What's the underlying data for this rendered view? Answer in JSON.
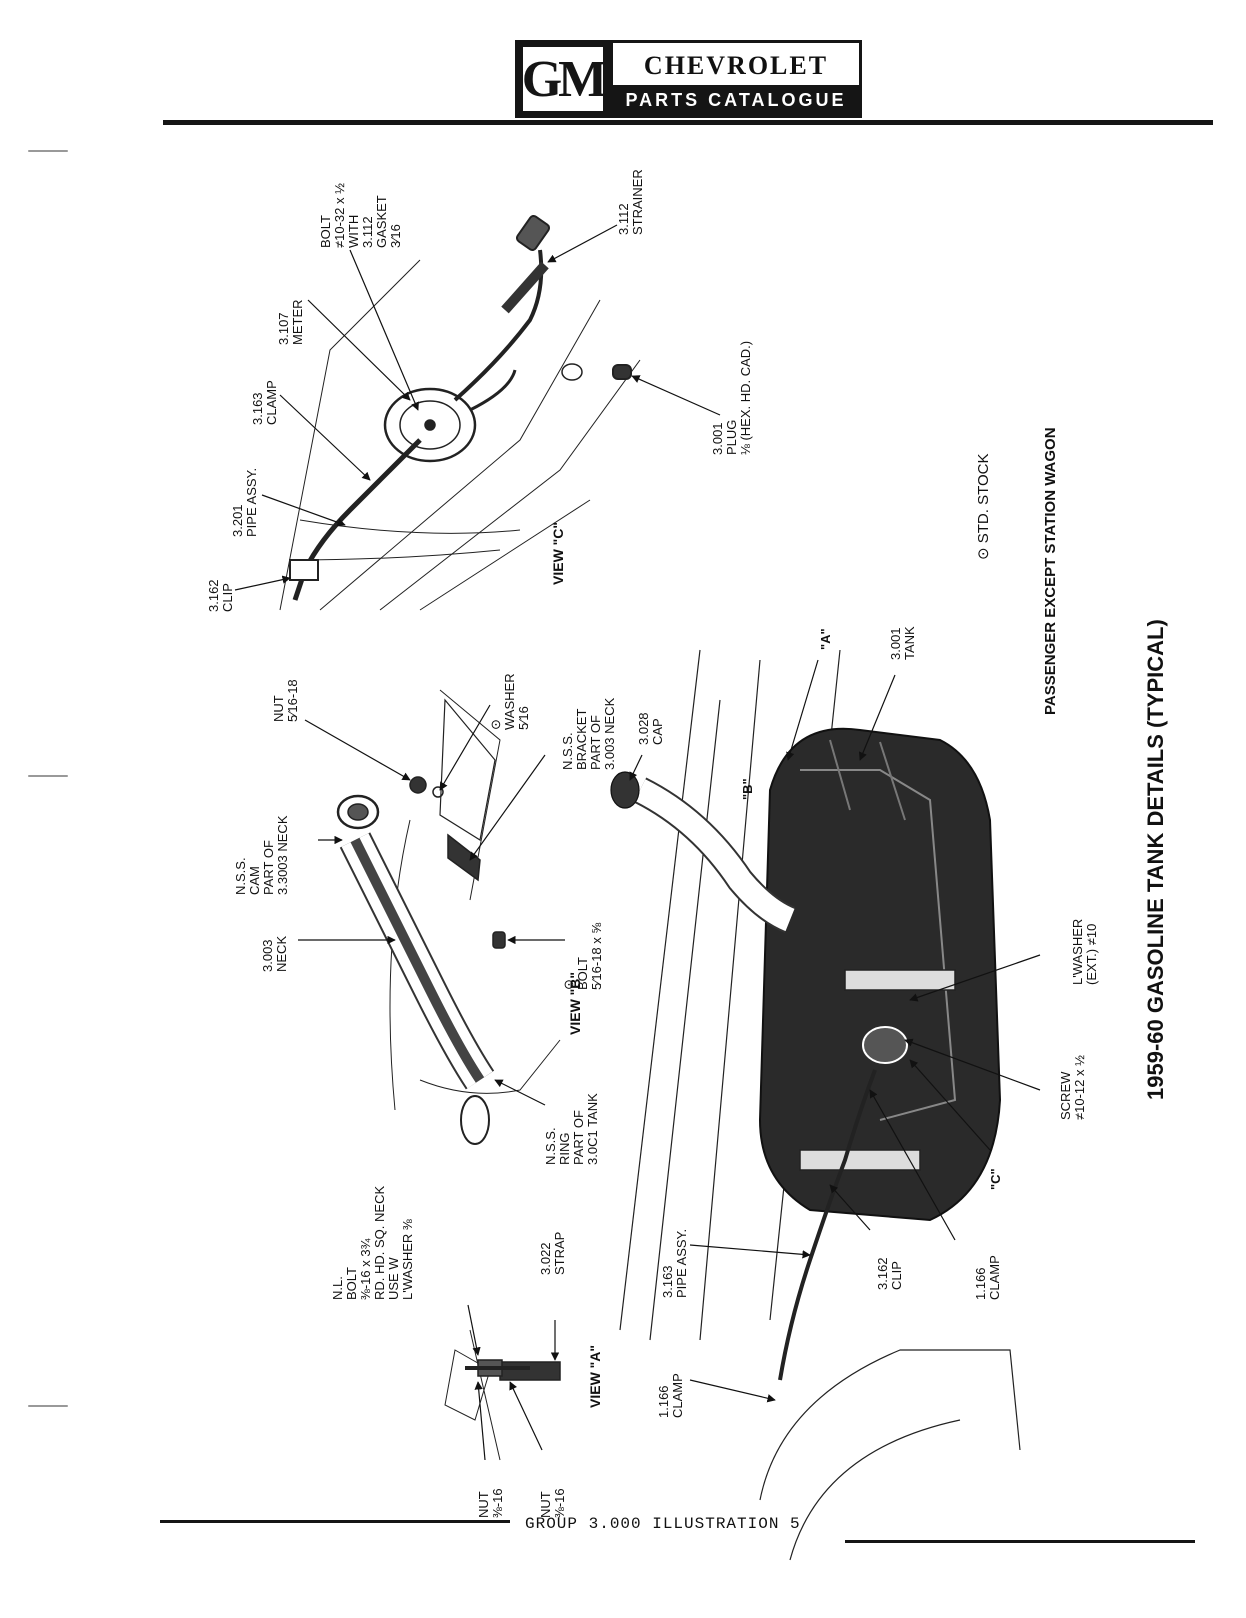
{
  "header": {
    "logo": "GM",
    "brand": "CHEVROLET",
    "subtitle": "PARTS CATALOGUE"
  },
  "title": "1959-60 GASOLINE TANK DETAILS (TYPICAL)",
  "subtitle": "PASSENGER EXCEPT STATION WAGON",
  "legend": "⊙ STD. STOCK",
  "footer": "GROUP 3.000 ILLUSTRATION 5",
  "views": {
    "a": "VIEW \"A\"",
    "b": "VIEW \"B\"",
    "c": "VIEW \"C\""
  },
  "view_c_labels": {
    "bolt_line1": "BOLT",
    "bolt_line2": "≠10-32 x ½",
    "bolt_line3": "WITH",
    "bolt_line4": "3.112",
    "bolt_line5": "GASKET",
    "bolt_line6": "3⁄16",
    "strainer_num": "3.112",
    "strainer": "STRAINER",
    "meter_num": "3.107",
    "meter": "METER",
    "clamp_num": "3.163",
    "clamp": "CLAMP",
    "pipe_num": "3.201",
    "pipe": "PIPE ASSY.",
    "clip_num": "3.162",
    "clip": "CLIP",
    "plug_num": "3.001",
    "plug": "PLUG",
    "plug_desc": "⅛ (HEX. HD. CAD.)"
  },
  "view_b_labels": {
    "nut": "NUT",
    "nut_size": "5⁄16-18",
    "washer": "WASHER",
    "washer_size": "5⁄16",
    "cam_line1": "N.S.S.",
    "cam_line2": "CAM",
    "cam_line3": "PART OF",
    "cam_line4": "3.3003 NECK",
    "neck_num": "3.003",
    "neck": "NECK",
    "bracket_line1": "N.S.S.",
    "bracket_line2": "BRACKET",
    "bracket_line3": "PART OF",
    "bracket_line4": "3.003 NECK",
    "bolt": "BOLT",
    "bolt_size": "5⁄16-18 x ⅝",
    "ring_line1": "N.S.S.",
    "ring_line2": "RING",
    "ring_line3": "PART OF",
    "ring_line4": "3.0C1 TANK"
  },
  "main_labels": {
    "cap_num": "3.028",
    "cap": "CAP",
    "tank_num": "3.001",
    "tank": "TANK",
    "callout_a": "\"A\"",
    "callout_b": "\"B\"",
    "callout_c": "\"C\"",
    "lwasher_line1": "L'WASHER",
    "lwasher_line2": "(EXT.) ≠10",
    "screw_line1": "SCREW",
    "screw_line2": "≠10-12 x ½",
    "clamp_num": "1.166",
    "clamp": "CLAMP",
    "clip_num": "3.162",
    "clip": "CLIP",
    "pipe_num": "3.163",
    "pipe": "PIPE ASSY.",
    "clamp2_num": "1.166",
    "clamp2": "CLAMP"
  },
  "view_a_labels": {
    "nl_line1": "N.L.",
    "nl_line2": "BOLT",
    "nl_line3": "⅜-16 x 3¾",
    "nl_line4": "RD. HD. SQ. NECK",
    "nl_line5": "USE W",
    "nl_line6": "L'WASHER ⅜",
    "strap_num": "3.022",
    "strap": "STRAP",
    "nut1": "NUT",
    "nut1_size": "⅜-16",
    "nut2": "NUT",
    "nut2_size": "⅜-16"
  }
}
